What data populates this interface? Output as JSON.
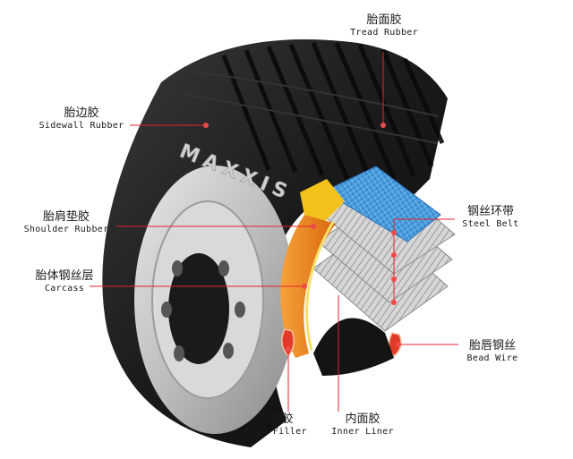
{
  "brand": "MAXXIS",
  "colors": {
    "leader_line": "#e2242c",
    "dot": "#f04a4a",
    "steel_belt": "#2f8fd8",
    "shoulder": "#f2c21a",
    "carcass": "#f28a1a",
    "rubber": "#1c1c1c"
  },
  "labels": {
    "tread_rubber": {
      "zh": "胎面胶",
      "en": "Tread Rubber"
    },
    "sidewall_rubber": {
      "zh": "胎边胶",
      "en": "Sidewall Rubber"
    },
    "shoulder_rubber": {
      "zh": "胎肩垫胶",
      "en": "Shoulder Rubber"
    },
    "carcass": {
      "zh": "胎体钢丝层",
      "en": "Carcass"
    },
    "steel_belt": {
      "zh": "钢丝环带",
      "en": "Steel Belt"
    },
    "bead_wire": {
      "zh": "胎唇钢丝",
      "en": "Bead Wire"
    },
    "bead_filler": {
      "zh": "三角胶",
      "en": "Bead Filler"
    },
    "inner_liner": {
      "zh": "内面胶",
      "en": "Inner Liner"
    }
  }
}
